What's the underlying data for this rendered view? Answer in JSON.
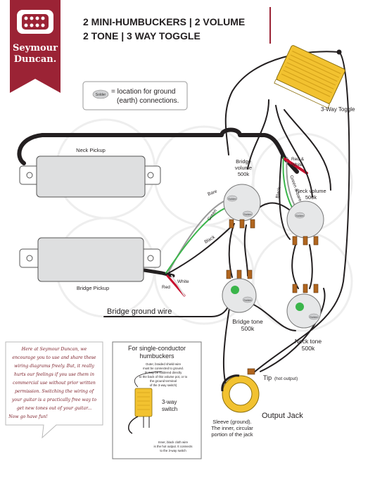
{
  "brand": {
    "name_line1": "Seymour",
    "name_line2": "Duncan.",
    "colors": {
      "banner": "#9b2335",
      "banner_dark": "#6e1826",
      "text_dark": "#231f20",
      "green_wire": "#3ab54a",
      "red_wire": "#c8102e",
      "pickup_gold": "#f2c230"
    }
  },
  "header": {
    "title_line1": "2 MINI-HUMBUCKERS | 2 VOLUME",
    "title_line2": "2 TONE | 3 WAY TOGGLE"
  },
  "legend": {
    "pill": "Solder",
    "text_line1": "= location for ground",
    "text_line2": "(earth) connections."
  },
  "labels": {
    "neck_pickup": "Neck Pickup",
    "bridge_pickup": "Bridge Pickup",
    "toggle": "3-Way Toggle",
    "bridge_volume": [
      "Bridge",
      "volume",
      "500k"
    ],
    "neck_volume": [
      "Neck volume",
      "500k"
    ],
    "bridge_tone": [
      "Bridge tone",
      "500k"
    ],
    "neck_tone": [
      "Neck tone",
      "500k"
    ],
    "bridge_ground": "Bridge ground wire",
    "output_jack": "Output Jack",
    "tip": "Tip",
    "tip_note": "(hot output)",
    "sleeve": [
      "Sleeve (ground).",
      "The inner, circular",
      "portion of the jack"
    ],
    "red_white": [
      "Red &",
      "White"
    ],
    "green_bare": "Green & bare",
    "black": "Black",
    "bare": "Bare",
    "green": "Green",
    "red": "Red",
    "white": "White",
    "solder": "Solder"
  },
  "note": {
    "lines": [
      "Here at Seymour Duncan, we",
      "encourage you to use and share these",
      "wiring diagrams freely. But, it really",
      "hurts our feelings if you use them in",
      "commercial use without prior written",
      "permission. Switching the wiring of",
      "your guitar is a practically free way to",
      "get new tones out of your guitar...",
      "Now go have fun!"
    ]
  },
  "inset": {
    "title_line1": "For single-conductor",
    "title_line2": "humbuckers",
    "top_note": [
      "Outer, braided shield-wire",
      "must be connected to ground.",
      "(It may be soldered directly",
      "to the back of this volume pot, or to",
      "the ground terminal",
      "of the 3-way switch)"
    ],
    "switch_label": [
      "3-way",
      "switch"
    ],
    "bottom_note": [
      "Inner, black cloth wire",
      "is the hot output.  It connects",
      "to the 3-way switch"
    ]
  }
}
